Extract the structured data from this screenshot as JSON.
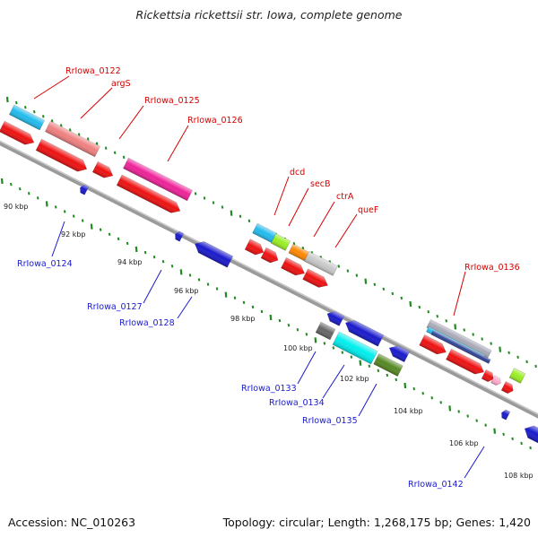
{
  "title": "Rickettsia rickettsii str. Iowa, complete genome",
  "footer": {
    "accession": "Accession: NC_010263",
    "topology": "Topology: circular; Length: 1,268,175 bp; Genes: 1,420"
  },
  "colors": {
    "forward_label": "#d40000",
    "reverse_label": "#1a1acc",
    "tick": "#1f8a1f",
    "backbone": "#8a8a8a"
  },
  "kbp_labels": [
    "90 kbp",
    "92 kbp",
    "94 kbp",
    "96 kbp",
    "98 kbp",
    "100 kbp",
    "102 kbp",
    "104 kbp",
    "106 kbp",
    "108 kbp"
  ],
  "forward_gene_labels": [
    "RrIowa_0122",
    "argS",
    "RrIowa_0125",
    "RrIowa_0126",
    "dcd",
    "secB",
    "ctrA",
    "queF",
    "RrIowa_0136"
  ],
  "reverse_gene_labels": [
    "RrIowa_0124",
    "RrIowa_0127",
    "RrIowa_0128",
    "RrIowa_0133",
    "RrIowa_0134",
    "RrIowa_0135",
    "RrIowa_0142"
  ]
}
